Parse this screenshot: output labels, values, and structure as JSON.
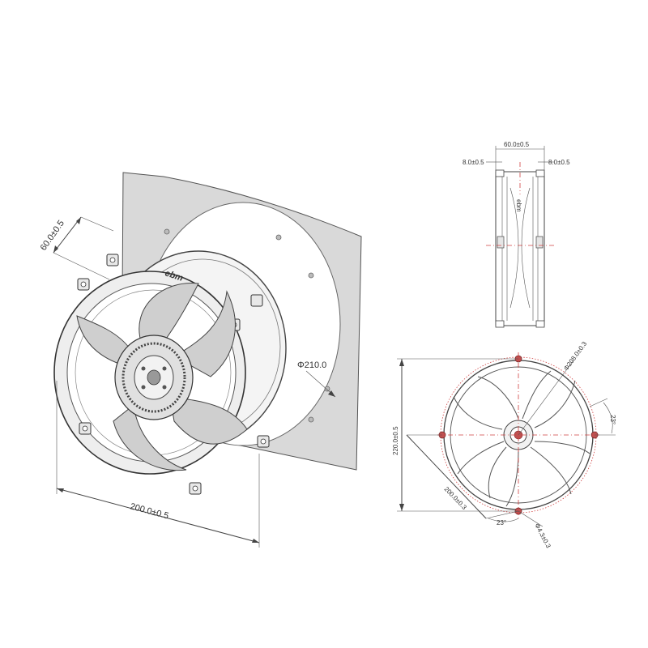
{
  "iso_view": {
    "depth_dim": "60.0±0.5",
    "width_dim": "200.0±0.5",
    "plate_cutout_dim": "Φ210.0"
  },
  "side_view": {
    "total_depth_dim": "60.0±0.5",
    "left_offset_dim": "8.0±0.5",
    "right_offset_dim": "8.0±0.5",
    "brand_mark": "ebm"
  },
  "front_view": {
    "height_dim": "220.0±0.5",
    "diagonal_dim": "200.0±0.3",
    "bolt_circle_dim": "Φ208.0±0.3",
    "hole_dim": "Φ4.3±0.3",
    "angle_bottom": "23°",
    "angle_right": "23°"
  },
  "colors": {
    "line": "#444444",
    "plate_fill": "#d9d9d9",
    "centerline": "#d04040",
    "mount_hole": "#c05050"
  }
}
